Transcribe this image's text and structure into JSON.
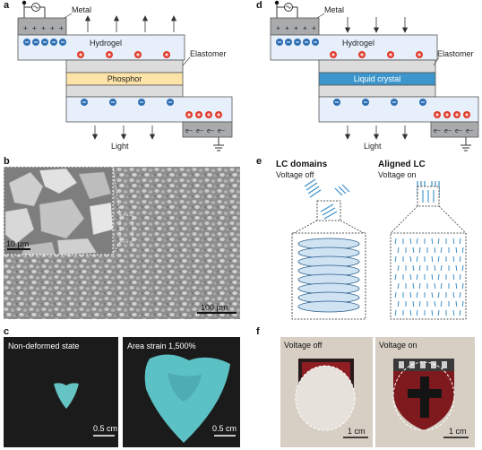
{
  "panels": {
    "a": {
      "label": "a",
      "metal": "Metal",
      "hydrogel": "Hydrogel",
      "elastomer": "Elastomer",
      "middle": "Phosphor",
      "light": "Light",
      "electron": "e−",
      "plus": "+",
      "minus": "−"
    },
    "d": {
      "label": "d",
      "metal": "Metal",
      "hydrogel": "Hydrogel",
      "elastomer": "Elastomer",
      "middle": "Liquid crystal",
      "light": "Light",
      "electron": "e−",
      "plus": "+",
      "minus": "−"
    },
    "b": {
      "label": "b",
      "scale_inset": "10 μm",
      "scale_main": "100 μm"
    },
    "e": {
      "label": "e",
      "left_title": "LC domains",
      "left_sub": "Voltage off",
      "right_title": "Aligned LC",
      "right_sub": "Voltage on"
    },
    "c": {
      "label": "c",
      "left_caption": "Non-deformed state",
      "right_caption": "Area strain 1,500%",
      "scale_left": "0.5 cm",
      "scale_right": "0.5 cm"
    },
    "f": {
      "label": "f",
      "left_caption": "Voltage off",
      "right_caption": "Voltage on",
      "scale_left": "1 cm",
      "scale_right": "1 cm"
    }
  },
  "colors": {
    "hydrogel": "#e6effa",
    "metal": "#a9aaac",
    "elastomer": "#dcdcdc",
    "phosphor": "#fde3a7",
    "liquid_crystal": "#3c96cc",
    "positive": "#e03c2c",
    "negative": "#2c6fb3",
    "lc_blue": "#3d8fc9"
  }
}
